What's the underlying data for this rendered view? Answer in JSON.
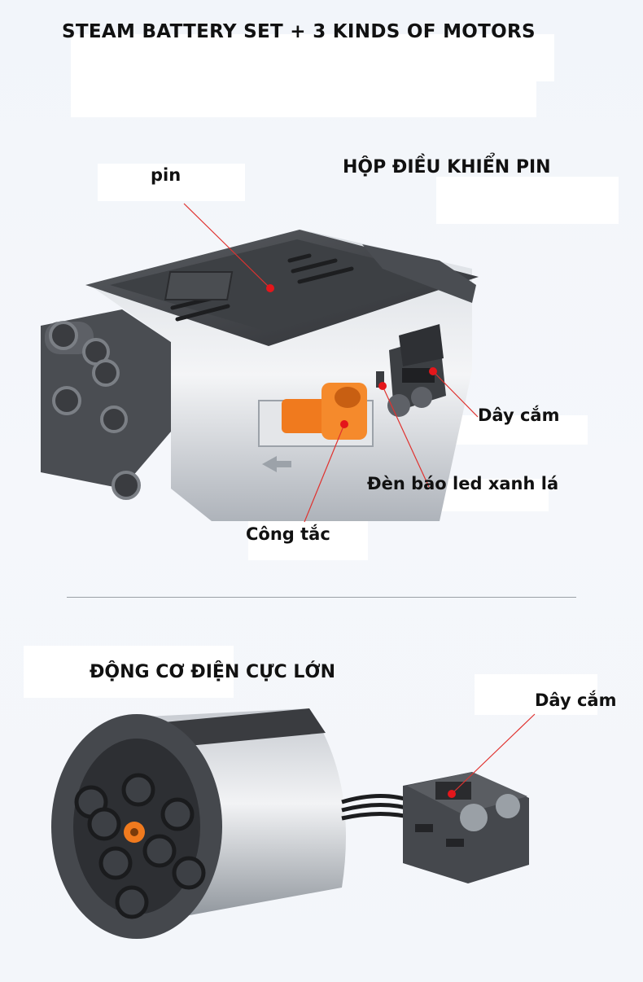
{
  "header": {
    "title": "STEAM BATTERY SET + 3 KINDS OF MOTORS"
  },
  "battery_box": {
    "title": "HỘP ĐIỀU KHIỂN PIN",
    "labels": {
      "pin": "pin",
      "plug": "Dây cắm",
      "led": "Đèn báo led xanh lá",
      "switch": "Công tắc"
    }
  },
  "motor": {
    "title": "ĐỘNG CƠ ĐIỆN CỰC LỚN",
    "labels": {
      "plug": "Dây cắm"
    }
  },
  "colors": {
    "callout_line": "#e0322f",
    "callout_dot": "#e4161b",
    "switch_orange": "#f07a1e",
    "divider": "#9aa0a6"
  }
}
